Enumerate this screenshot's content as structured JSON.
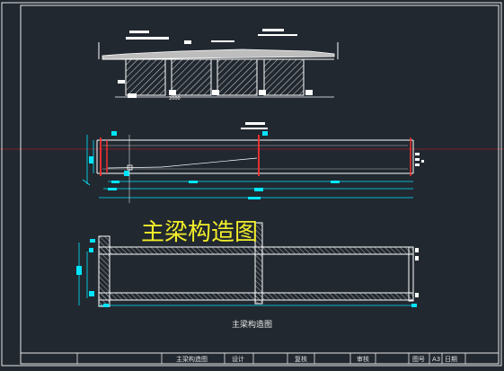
{
  "drawing": {
    "overlay_title": "主梁构造图",
    "caption": "主梁构造图"
  },
  "section_view": {
    "dimension_label": "2000"
  },
  "title_block": {
    "drawing_name": "主梁构造图",
    "design_label": "设计",
    "check_label": "复核",
    "review_label": "审核",
    "drawing_no_label": "图号",
    "drawing_no_value": "A3",
    "date_label": "日期"
  },
  "colors": {
    "background": "#212830",
    "line": "#ffffff",
    "dimension": "#00e5ff",
    "red_line": "#ff3030",
    "title_yellow": "#f2ee2a",
    "grid_red": "#7a2030"
  }
}
